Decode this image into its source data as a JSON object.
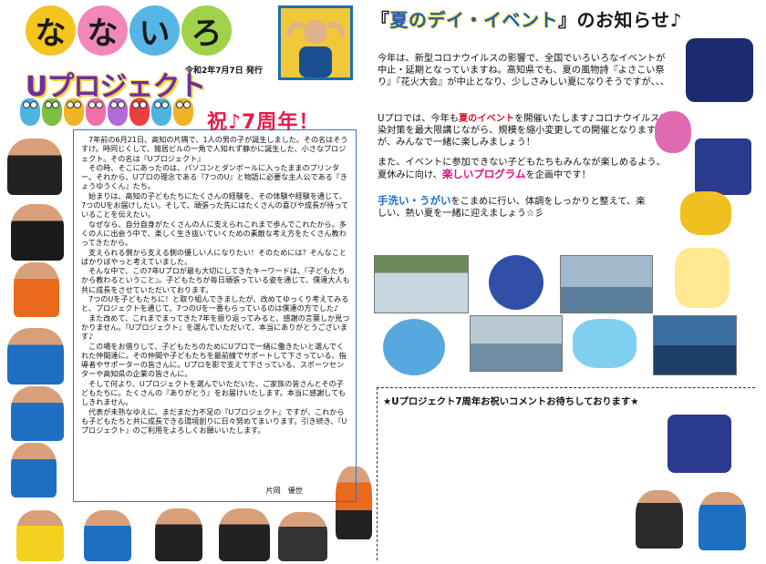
{
  "header": {
    "title_chars": [
      "な",
      "な",
      "い",
      "ろ"
    ],
    "title_colors": [
      "#f4c41f",
      "#f087b8",
      "#55b6e6",
      "#9fd24a"
    ],
    "brand": "Uプロジェクト",
    "issue_date": "令和2年7月7日 発行",
    "anniversary": "祝♪7周年！"
  },
  "letter": {
    "paragraphs": [
      "7年前の6月21日、高知の片隅で、1人の男の子が誕生しました。その名はそうすけ。時同じくして、雑居ビルの一角で人知れず静かに誕生した、小さなプロジェクト。その名は『Uプロジェクト』",
      "その時、そこにあったのは、パソコンとダンボールに入ったままのプリンター。それから、Uプロの理念である『7つのU』と物語に必要な主人公である『きょうゆうくん』たち。",
      "始まりは、高知の子どもたちにたくさんの経験を、その体験や経験を通じて、7つのUをお届けしたい。そして、頑張った先にはたくさんの喜びや成長が待っていることを伝えたい。",
      "なぜなら、自分自身がたくさんの人に支えられこれまで歩んでこれたから。多くの人に出会う中で、楽しく生き抜いていくための素敵な考え方をたくさん教わってきたから。",
      "支えられる側から支える側の優しい人になりたい！そのためには？そんなことばかりぼやっと考えていました。",
      "そんな中で、この7年Uプロが最も大切にしてきたキーワードは、『子どもたちから教わるということ』。子どもたちが毎日頑張っている姿を通じて、僕達大人も共に成長をさせていただいております。",
      "7つのUを子どもたちに！と取り組んできましたが、改めてゆっくり考えてみると、プロジェクトを通じて、7つのUを一番もらっているのは僕達の方でした♪",
      "また改めて、これまでまってきた7年を振り返ってみると、感謝の言葉しか見つかりません。『Uプロジェクト』を選んでいただいて、本当にありがとうございます♪",
      "この場をお借りして、子どもたちのためにUプロで一緒に働きたいと選んでくれた仲間達に。その仲間や子どもたちを最前線でサポートして下さっている、指導者やサポーターの皆さんに。Uプロを影で支えて下さっている、スポーツセンターや高知県の企業の皆さんに。",
      "そして何より、Uプロジェクトを選んでいただいた、ご家族の皆さんとその子どもたちに。たくさんの『ありがとう』をお届けいたします。本当に感謝してもしきれません。",
      "代表が未熟なゆえに、まだまだ力不足の『Uプロジェクト』ですが、これからも子どもたちと共に成長できる環境創りに日々努めてまいります。引き続き、『Uプロジェクト』のご利用をよろしくお願いいたします。"
    ],
    "signature": "片岡　優世"
  },
  "event": {
    "title_prefix": "『",
    "title_highlight": "夏のデイ・イベント",
    "title_suffix": "』のお知らせ♪",
    "p1": "今年は、新型コロナウイルスの影響で、全国でいろいろなイベントが中止・延期となっていますね。高知県でも、夏の風物詩『よさこい祭り』『花火大会』が中止となり、少しさみしい夏になりそうですが、、、",
    "p2_before": "Uプロでは、今年も",
    "p2_highlight": "夏のイベント",
    "p2_after": "を開催いたします♪コロナウイルス感染対策を最大限講じながら、規模を縮小変更しての開催となりますが、みんなで一緒に楽しみましょう！",
    "p3_before": "また、イベントに参加できない子どもたちもみんなが楽しめるよう、夏休みに向け、",
    "p3_highlight": "楽しいプログラム",
    "p3_after": "を企画中です！",
    "p4_highlight": "手洗い・うがい",
    "p4_after": "をこまめに行い、体調をしっかりと整えて、楽しい、熱い夏を一緒に迎えましょう☆彡"
  },
  "comment": {
    "text": "★Uプロジェクト7周年お祝いコメントお待ちしております★"
  }
}
